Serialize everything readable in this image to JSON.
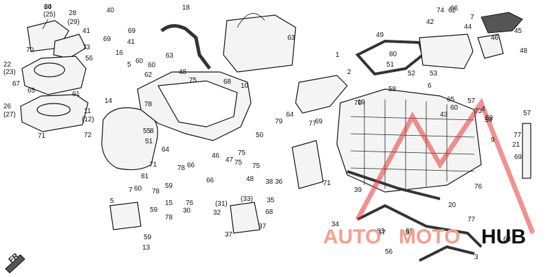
{
  "callouts": [
    "24",
    "(25)",
    "28",
    "(29)",
    "40",
    "41",
    "18",
    "69",
    "70",
    "73",
    "16",
    "56",
    "69",
    "41",
    "63",
    "22",
    "(23)",
    "67",
    "65",
    "61",
    "5",
    "60",
    "60",
    "26",
    "(27)",
    "71",
    "72",
    "11",
    "(12)",
    "14",
    "62",
    "48",
    "75",
    "78",
    "68",
    "10",
    "63",
    "1",
    "2",
    "49",
    "80",
    "51",
    "52",
    "53",
    "42",
    "74",
    "62",
    "7",
    "44",
    "45",
    "46",
    "48",
    "58",
    "6",
    "43",
    "66",
    "70",
    "63",
    "55",
    "64",
    "79",
    "69",
    "77",
    "19",
    "65",
    "73",
    "57",
    "60",
    "4",
    "54",
    "59",
    "57",
    "77",
    "69",
    "21",
    "9",
    "50",
    "51",
    "8",
    "64",
    "71",
    "78",
    "66",
    "46",
    "75",
    "75",
    "47",
    "66",
    "48",
    "75",
    "71",
    "39",
    "76",
    "20",
    "77",
    "81",
    "78",
    "59",
    "60",
    "7",
    "5",
    "15",
    "59",
    "78",
    "59",
    "13",
    "76",
    "30",
    "(31)",
    "32",
    "(33)",
    "37",
    "38",
    "36",
    "35",
    "68",
    "37",
    "34",
    "17",
    "55",
    "56",
    "63",
    "3",
    "63",
    "60"
  ],
  "fr_label": "FR.",
  "logo": {
    "text_auto": "AUTO",
    "text_moto": "MOTO",
    "text_hub": "HUB",
    "color_red": "#e53935",
    "color_dark": "#111111"
  }
}
